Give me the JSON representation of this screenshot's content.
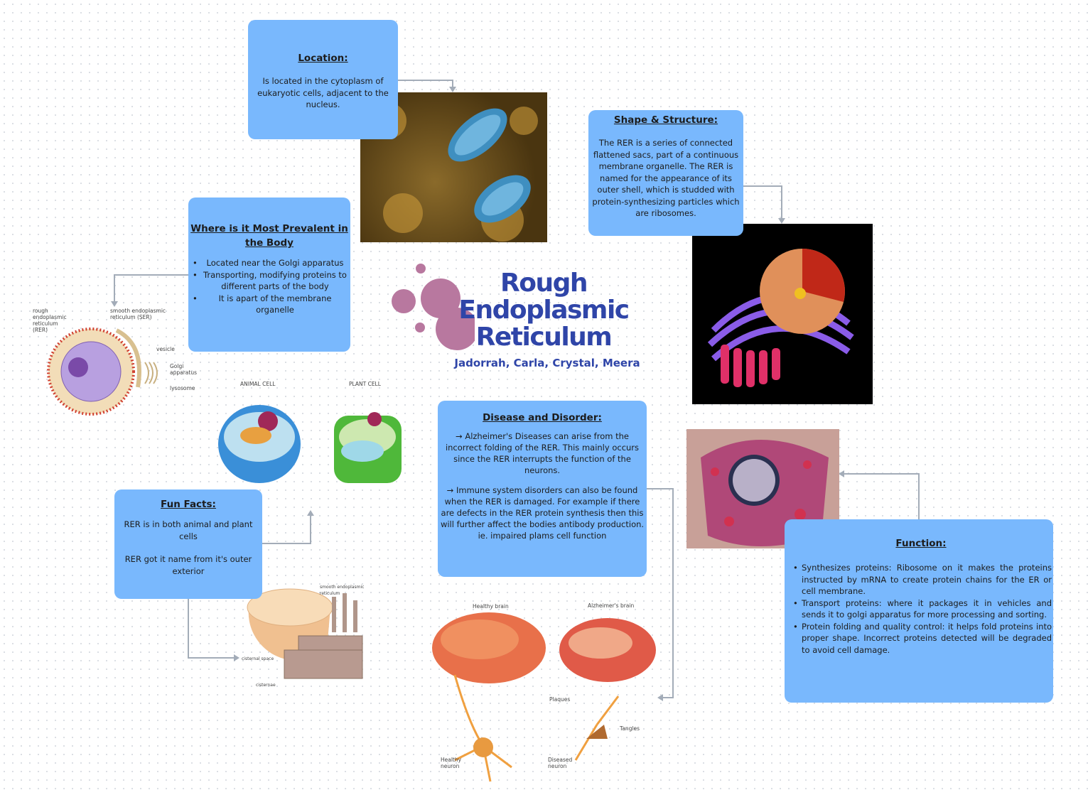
{
  "title": {
    "line1": "Rough",
    "line2": "Endoplasmic",
    "line3": "Reticulum",
    "authors": "Jadorrah, Carla, Crystal, Meera"
  },
  "location": {
    "heading": "Location:",
    "text": "Is located in the cytoplasm of eukaryotic cells, adjacent to the nucleus."
  },
  "shape": {
    "heading": "Shape & Structure:",
    "text": "The RER is a series of connected flattened sacs, part of a continuous membrane organelle. The RER is named for the appearance of its outer shell, which is studded with protein-synthesizing particles which are ribosomes."
  },
  "prevalent": {
    "heading": "Where is it Most Prevalent in the Body",
    "items": [
      "Located near the Golgi apparatus",
      "Transporting, modifying proteins to different parts of the body",
      "It is apart of the membrane organelle"
    ]
  },
  "funfacts": {
    "heading": "Fun Facts:",
    "p1": "RER is in both animal and plant cells",
    "p2": "RER got it name from it's outer exterior"
  },
  "disease": {
    "heading": "Disease and Disorder:",
    "p1": "→ Alzheimer's Diseases can arise from the incorrect folding of the RER. This mainly occurs since the RER interrupts the function of the neurons.",
    "p2": "→ Immune system disorders can also be found when the RER is damaged. For example if there are defects in the RER protein synthesis then this will further affect the bodies antibody production. ie. impaired plams cell function"
  },
  "function": {
    "heading": "Function:",
    "items": [
      "Synthesizes proteins: Ribosome on it makes the proteins instructed by mRNA  to create protein chains for the ER or cell membrane.",
      "Transport proteins: where it packages it in vehicles and sends it to golgi apparatus for more processing and sorting.",
      "Protein folding and quality control: it helps fold proteins into proper shape. Incorrect proteins detected will be degraded to avoid cell damage."
    ]
  },
  "cell_diagram": {
    "rer": "rough endoplasmic reticulum (RER)",
    "ser": "smooth endoplasmic reticulum (SER)",
    "vesicle": "vesicle",
    "golgi": "Golgi apparatus",
    "lysosome": "lysosome"
  },
  "cells": {
    "animal": "ANIMAL CELL",
    "plant": "PLANT CELL"
  },
  "er3d": {
    "ser": "smooth endoplasmic reticulum",
    "space": "cisternal space",
    "cisternae": "cisternae"
  },
  "brains": {
    "healthy": "Healthy brain",
    "alz": "Alzheimer's brain",
    "plaques": "Plaques",
    "tangles": "Tangles",
    "healthy_neuron": "Healthy neuron",
    "diseased_neuron": "Diseased neuron"
  },
  "colors": {
    "box": "#79b8fd",
    "title": "#2f45a8",
    "connector": "#a3acb8"
  }
}
